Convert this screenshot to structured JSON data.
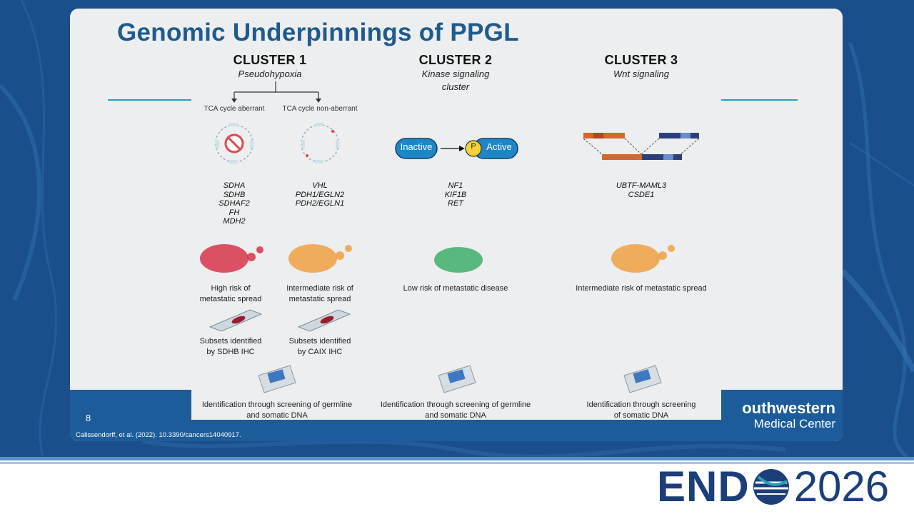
{
  "slide": {
    "title": "Genomic Underpinnings of PPGL",
    "page_number": "8",
    "citation": "Calissendorff, et al. (2022). 10.3390/cancers14040917."
  },
  "clusters": [
    {
      "title": "CLUSTER 1",
      "subtitle": "Pseudohypoxia",
      "branches": [
        {
          "label": "TCA cycle aberrant",
          "genes": [
            "SDHA",
            "SDHB",
            "SDHAF2",
            "FH",
            "MDH2"
          ],
          "risk": [
            "High risk of",
            "metastatic spread"
          ],
          "ihc": [
            "Subsets identified",
            "by SDHB IHC"
          ],
          "risk_color": "#d9344a"
        },
        {
          "label": "TCA cycle non-aberrant",
          "genes": [
            "VHL",
            "PDH1/EGLN2",
            "PDH2/EGLN1"
          ],
          "risk": [
            "Intermediate risk of",
            "metastatic spread"
          ],
          "ihc": [
            "Subsets identified",
            "by CAIX IHC"
          ],
          "risk_color": "#f1a043"
        }
      ],
      "screening": [
        "Identification through screening of germline",
        "and somatic DNA"
      ]
    },
    {
      "title": "CLUSTER 2",
      "subtitle_lines": [
        "Kinase signaling",
        "cluster"
      ],
      "kinase": {
        "inactive": "Inactive",
        "p": "P",
        "active": "Active"
      },
      "genes": [
        "NF1",
        "KIF1B",
        "RET"
      ],
      "risk": "Low risk of metastatic disease",
      "risk_color": "#3fae6a",
      "screening": [
        "Identification through screening of germline",
        "and somatic DNA"
      ]
    },
    {
      "title": "CLUSTER 3",
      "subtitle": "Wnt signaling",
      "genes": [
        "UBTF-MAML3",
        "CSDE1"
      ],
      "risk": "Intermediate risk of metastatic spread",
      "risk_color": "#f1a043",
      "screening": [
        "Identification through screening",
        "of somatic DNA"
      ]
    }
  ],
  "logo": {
    "line1": "outhwestern",
    "line2": "Medical Center"
  },
  "conference": {
    "name_left": "END",
    "year": "2026"
  },
  "colors": {
    "background": "#1b4f8c",
    "title": "#1f5a8d",
    "accent_rule": "#2aa0b4",
    "footer": "#1c5c9a",
    "kinase_pill": "#1f86c6"
  }
}
